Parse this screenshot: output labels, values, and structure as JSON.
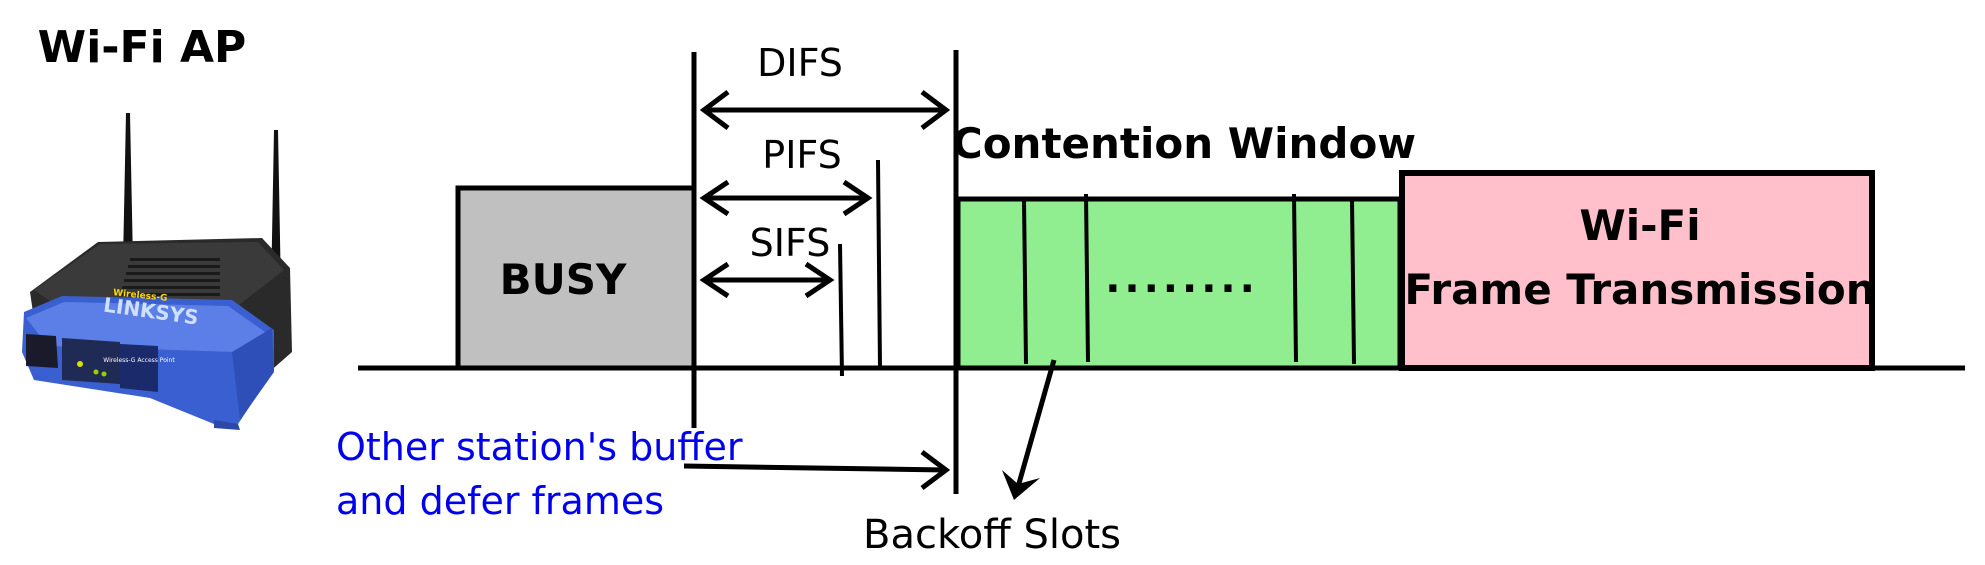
{
  "ap": {
    "title": "Wi-Fi AP",
    "brand": "LINKSYS",
    "model_text": "Wireless-G Access Point",
    "badge_text": "Wireless-G"
  },
  "busy": {
    "label": "BUSY"
  },
  "ifs": {
    "difs": "DIFS",
    "pifs": "PIFS",
    "sifs": "SIFS"
  },
  "contention": {
    "title": "Contention Window",
    "ellipsis": "........"
  },
  "frame": {
    "line1": "Wi-Fi",
    "line2": "Frame Transmission"
  },
  "defer_note": {
    "line1": "Other station's buffer",
    "line2": "and defer frames"
  },
  "backoff": {
    "label": "Backoff Slots"
  },
  "colors": {
    "busy_fill": "#c0c0c0",
    "contention_fill": "#90ee90",
    "frame_fill": "#ffc0cb",
    "note_text": "#0000ee",
    "line": "#000000"
  }
}
